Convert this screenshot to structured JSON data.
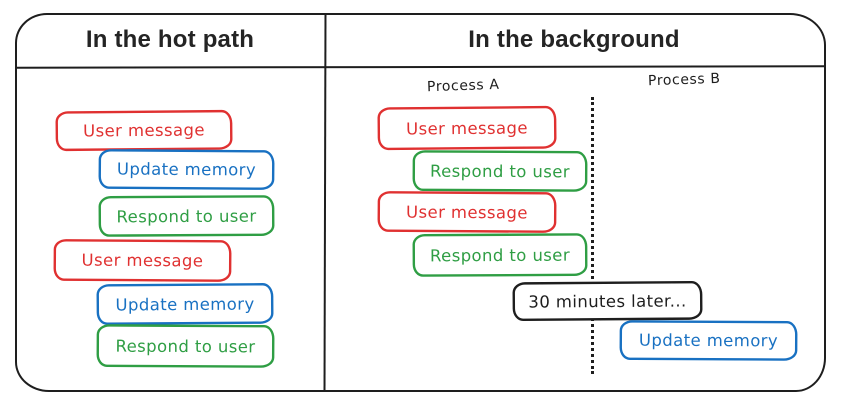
{
  "diagram": {
    "left_panel": {
      "title": "In the hot path",
      "boxes": [
        {
          "label": "User message",
          "color": "red"
        },
        {
          "label": "Update memory",
          "color": "blue"
        },
        {
          "label": "Respond to user",
          "color": "green"
        },
        {
          "label": "User message",
          "color": "red"
        },
        {
          "label": "Update memory",
          "color": "blue"
        },
        {
          "label": "Respond to user",
          "color": "green"
        }
      ]
    },
    "right_panel": {
      "title": "In the background",
      "lanes": {
        "a": "Process A",
        "b": "Process B"
      },
      "process_a_boxes": [
        {
          "label": "User message",
          "color": "red"
        },
        {
          "label": "Respond to user",
          "color": "green"
        },
        {
          "label": "User message",
          "color": "red"
        },
        {
          "label": "Respond to user",
          "color": "green"
        }
      ],
      "time_note": {
        "label": "30 minutes later...",
        "color": "ink"
      },
      "process_b_boxes": [
        {
          "label": "Update memory",
          "color": "blue"
        }
      ]
    }
  },
  "colors": {
    "red": "#e03131",
    "blue": "#1971c2",
    "green": "#2f9e44",
    "ink": "#1e1e1e",
    "background": "#ffffff"
  }
}
